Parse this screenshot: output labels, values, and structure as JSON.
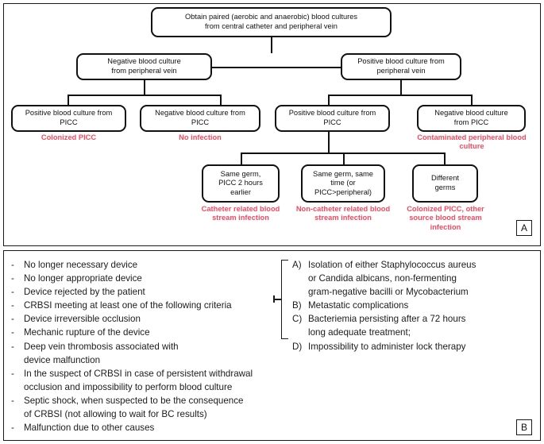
{
  "figure": {
    "panel_a_tag": "A",
    "panel_b_tag": "B",
    "accent_red": "#f8485e",
    "line_color": "#111111"
  },
  "flowchart": {
    "type": "decision-tree",
    "nodes": [
      {
        "id": "root",
        "line1": "Obtain paired (aerobic and anaerobic) blood cultures",
        "line2": "from central catheter and peripheral vein"
      },
      {
        "id": "neg-peripheral",
        "line1": "Negative blood culture",
        "line2": "from peripheral vein"
      },
      {
        "id": "pos-peripheral",
        "line1": "Positive blood culture from",
        "line2": "peripheral vein"
      },
      {
        "id": "pos-picc-left",
        "line1": "Positive blood culture from",
        "line2": "PICC"
      },
      {
        "id": "neg-picc-left",
        "line1": "Negative blood culture from",
        "line2": "PICC"
      },
      {
        "id": "pos-picc-right",
        "line1": "Positive blood culture from",
        "line2": "PICC"
      },
      {
        "id": "neg-picc-right",
        "line1": "Negative blood culture",
        "line2": "from PICC"
      },
      {
        "id": "same-germ-2h",
        "line1": "Same germ,",
        "line2": "PICC 2 hours",
        "line3": "earlier"
      },
      {
        "id": "same-germ-same-time",
        "line1": "Same germ, same",
        "line2": "time (or",
        "line3": "PICC>peripheral)"
      },
      {
        "id": "different-germs",
        "line1": "Different",
        "line2": "germs"
      }
    ],
    "outcomes": [
      {
        "id": "colonized-picc",
        "line1": "Colonized PICC"
      },
      {
        "id": "no-infection",
        "line1": "No infection"
      },
      {
        "id": "contaminated-peripheral",
        "line1": "Contaminated peripheral",
        "line2": "blood culture"
      },
      {
        "id": "crbsi",
        "line1": "Catheter related blood",
        "line2": "stream infection"
      },
      {
        "id": "non-catheter-bsi",
        "line1": "Non-catheter related",
        "line2": "blood stream infection"
      },
      {
        "id": "colonized-other-source",
        "line1": "Colonized PICC, other",
        "line2": "source blood stream",
        "line3": "infection"
      }
    ]
  },
  "indications": {
    "bullet_mark": "-",
    "items": [
      {
        "mark": "-",
        "text": "No longer necessary device"
      },
      {
        "mark": "-",
        "text": "No longer appropriate device"
      },
      {
        "mark": "-",
        "text": "Device rejected by the patient"
      },
      {
        "mark": "-",
        "text": "CRBSI meeting at least one of the following criteria"
      },
      {
        "mark": "-",
        "text": "Device irreversible occlusion"
      },
      {
        "mark": "-",
        "text": "Mechanic rupture of the device"
      },
      {
        "mark": "-",
        "text": "Deep vein thrombosis associated with"
      },
      {
        "mark": "",
        "text": "device malfunction"
      },
      {
        "mark": "-",
        "text": "In the suspect of CRBSI in case of persistent withdrawal"
      },
      {
        "mark": "",
        "text": "occlusion and impossibility to perform blood culture"
      },
      {
        "mark": "-",
        "text": "Septic shock, when suspected to be the consequence"
      },
      {
        "mark": "",
        "text": "of CRBSI (not allowing to wait for BC results)"
      },
      {
        "mark": "-",
        "text": "Malfunction due to other causes"
      }
    ]
  },
  "criteria": {
    "items": [
      {
        "mark": "A)",
        "text": "Isolation of either Staphylococcus aureus"
      },
      {
        "mark": "",
        "text": "or Candida albicans, non-fermenting"
      },
      {
        "mark": "",
        "text": "gram-negative bacilli or Mycobacterium"
      },
      {
        "mark": "B)",
        "text": "Metastatic complications"
      },
      {
        "mark": "C)",
        "text": "Bacteriemia persisting after a 72 hours"
      },
      {
        "mark": "",
        "text": "long adequate treatment;"
      },
      {
        "mark": "D)",
        "text": "Impossibility to administer lock therapy"
      }
    ]
  }
}
